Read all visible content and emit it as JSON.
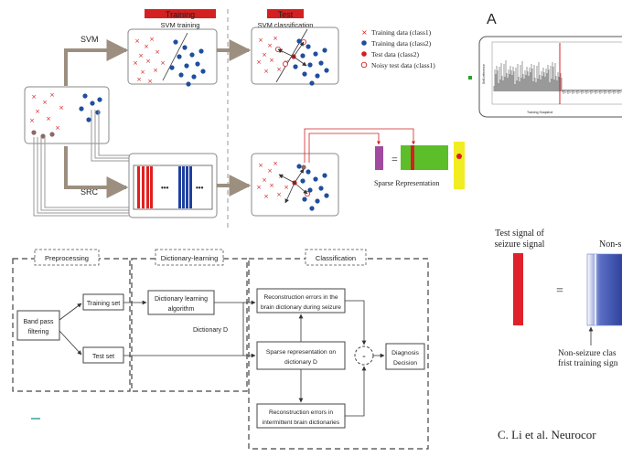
{
  "top": {
    "training_header": "Training",
    "svm_training": "SVM training",
    "test_header": "Test",
    "svm_classification": "SVM classification",
    "svm_label": "SVM",
    "src_label": "SRC",
    "ellipsis": "•••",
    "legend": {
      "items": [
        {
          "label": "Training data (class1)"
        },
        {
          "label": "Training data (class2)"
        },
        {
          "label": "Test data (class2)"
        },
        {
          "label": "Noisy test data (class1)"
        }
      ]
    },
    "equals": "=",
    "sparse_representation": "Sparse Representation"
  },
  "right": {
    "panel_letter": "A",
    "y_axis_label": "Self-reference",
    "x_axis_label": "Training Snapshot",
    "test_signal_line1": "Test signal of",
    "test_signal_line2": "seizure signal",
    "equals": "=",
    "non_seizure_header": "Non-s",
    "caption_line1": "Non-seizure clas",
    "caption_line2": "frist training sign",
    "citation": "C. Li et al. Neurocor"
  },
  "flow": {
    "preprocessing": "Preprocessing",
    "dictionary_learning": "Dictionary-learning",
    "classification": "Classification",
    "band_pass_line1": "Band pass",
    "band_pass_line2": "filtering",
    "training_set": "Training set",
    "test_set": "Test set",
    "dict_algo_line1": "Dictionary learning",
    "dict_algo_line2": "algorithm",
    "dictionary_d": "Dictionary D",
    "recon_seizure_line1": "Reconstruction errors in the",
    "recon_seizure_line2": "brain dictionary during seizure",
    "sparse_repr_line1": "Sparse representation on",
    "sparse_repr_line2": "dictionary D",
    "minus": "-",
    "diagnosis_line1": "Diagnosis",
    "diagnosis_line2": "Decision",
    "recon_intermittent_line1": "Reconstruction errors in",
    "recon_intermittent_line2": "intermittent brain dictionaries"
  },
  "colors": {
    "arrow_brown": "#9c8f80",
    "training_red": "#d42020",
    "dot_blue": "#1f4e9c",
    "test_red": "#d21e1e",
    "noisy_brown": "#8a6a66",
    "bar_purple": "#a04aa0",
    "bar_green": "#5cbf2a",
    "bar_yellow": "#f2ec22",
    "seizure_red": "#e0202a",
    "gray_box": "#bdbdbd"
  }
}
